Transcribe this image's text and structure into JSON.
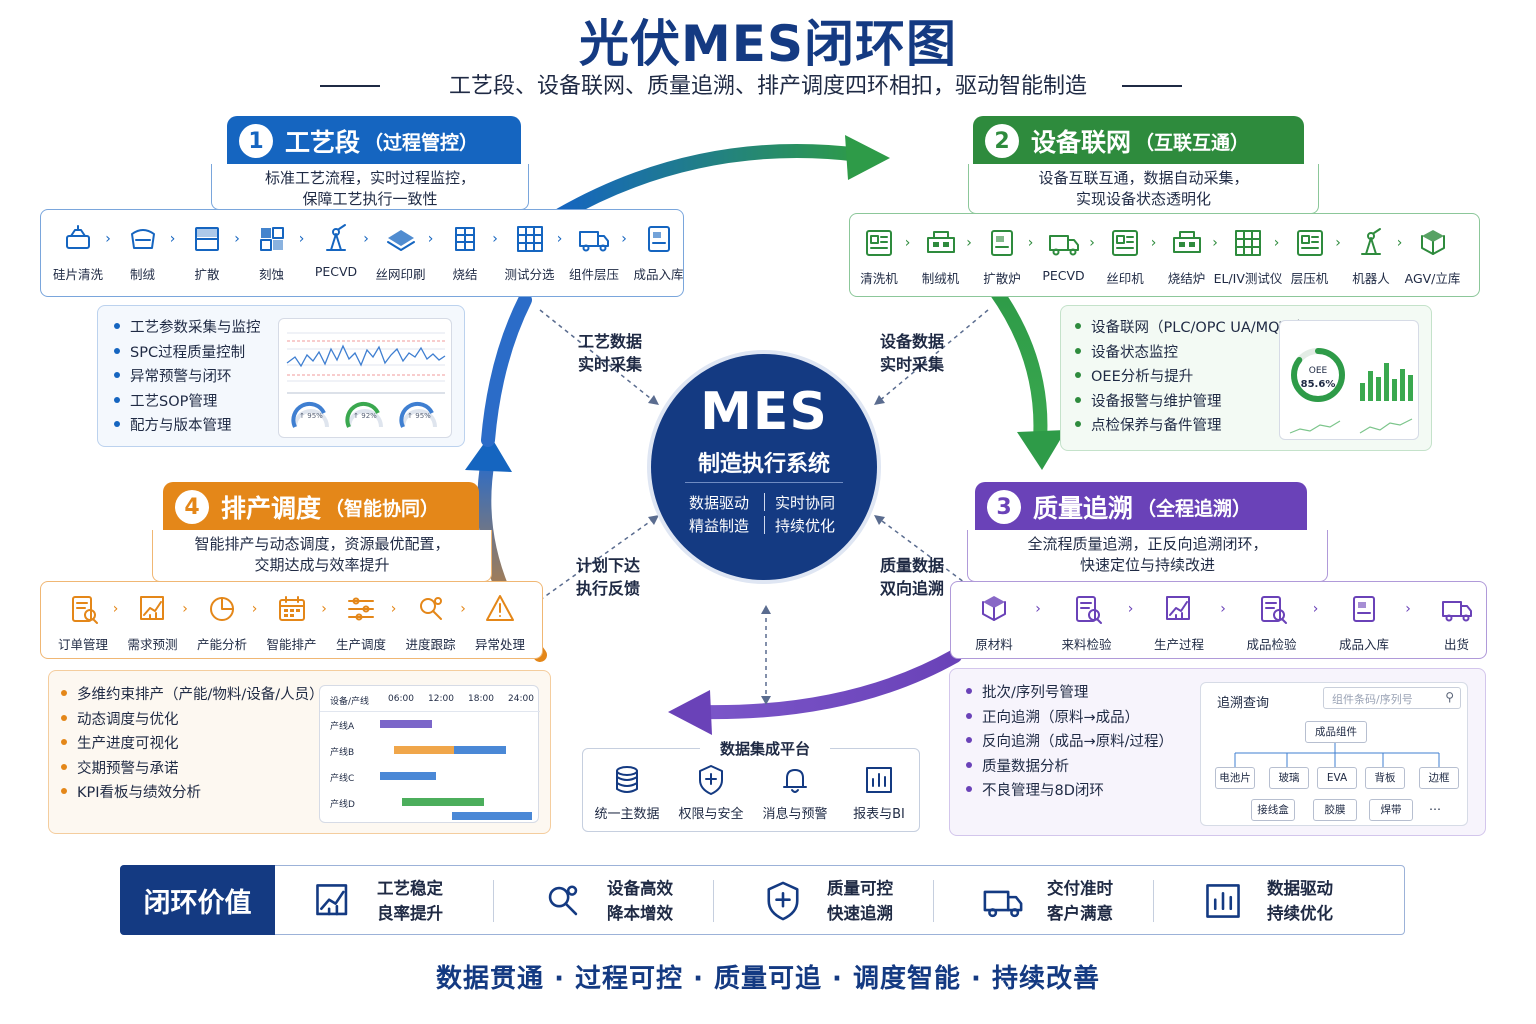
{
  "title": "光伏MES闭环图",
  "subtitle": "工艺段、设备联网、质量追溯、排产调度四环相扣，驱动智能制造",
  "colors": {
    "blue": "#1565c0",
    "green": "#2e8b3d",
    "purple": "#6a42b8",
    "orange": "#e48719",
    "navy": "#143a82"
  },
  "center": {
    "title": "MES",
    "subtitle": "制造执行系统",
    "tags": [
      "数据驱动",
      "实时协同",
      "精益制造",
      "持续优化"
    ]
  },
  "flow_labels": {
    "top_left": [
      "工艺数据",
      "实时采集"
    ],
    "top_right": [
      "设备数据",
      "实时采集"
    ],
    "bottom_left": [
      "计划下达",
      "执行反馈"
    ],
    "bottom_right": [
      "质量数据",
      "双向追溯"
    ]
  },
  "sections": {
    "process": {
      "num": "1",
      "title": "工艺段",
      "paren": "（过程管控）",
      "desc": [
        "标准工艺流程，实时过程监控，",
        "保障工艺执行一致性"
      ],
      "steps": [
        {
          "label": "硅片清洗",
          "icon": "wafer-cleaning-icon"
        },
        {
          "label": "制绒",
          "icon": "texturing-icon"
        },
        {
          "label": "扩散",
          "icon": "diffusion-icon"
        },
        {
          "label": "刻蚀",
          "icon": "etching-icon"
        },
        {
          "label": "PECVD",
          "icon": "pecvd-icon"
        },
        {
          "label": "丝网印刷",
          "icon": "screen-printing-icon"
        },
        {
          "label": "烧结",
          "icon": "sintering-icon"
        },
        {
          "label": "测试分选",
          "icon": "test-sorting-icon"
        },
        {
          "label": "组件层压",
          "icon": "lamination-icon"
        },
        {
          "label": "成品入库",
          "icon": "warehousing-icon"
        }
      ],
      "bullets": [
        "工艺参数采集与监控",
        "SPC过程质量控制",
        "异常预警与闭环",
        "工艺SOP管理",
        "配方与版本管理"
      ],
      "gauges": [
        "↑ 95%",
        "↑ 92%",
        "↑ 95%"
      ]
    },
    "equipment": {
      "num": "2",
      "title": "设备联网",
      "paren": "（互联互通）",
      "desc": [
        "设备互联互通，数据自动采集，",
        "实现设备状态透明化"
      ],
      "steps": [
        {
          "label": "清洗机",
          "icon": "cleaner-machine-icon"
        },
        {
          "label": "制绒机",
          "icon": "texturing-machine-icon"
        },
        {
          "label": "扩散炉",
          "icon": "diffusion-furnace-icon"
        },
        {
          "label": "PECVD",
          "icon": "pecvd-machine-icon"
        },
        {
          "label": "丝印机",
          "icon": "printer-machine-icon"
        },
        {
          "label": "烧结炉",
          "icon": "sintering-furnace-icon"
        },
        {
          "label": "EL/IV测试仪",
          "icon": "tester-icon"
        },
        {
          "label": "层压机",
          "icon": "laminator-icon"
        },
        {
          "label": "机器人",
          "icon": "robot-arm-icon"
        },
        {
          "label": "AGV/立库",
          "icon": "agv-warehouse-icon"
        }
      ],
      "bullets": [
        "设备联网（PLC/OPC UA/MQTT）",
        "设备状态监控",
        "OEE分析与提升",
        "设备报警与维护管理",
        "点检保养与备件管理"
      ],
      "oee_label": "OEE",
      "oee_value": "85.6%",
      "oee_fraction": 0.856
    },
    "quality": {
      "num": "3",
      "title": "质量追溯",
      "paren": "（全程追溯）",
      "desc": [
        "全流程质量追溯，正反向追溯闭环，",
        "快速定位与持续改进"
      ],
      "steps": [
        {
          "label": "原材料",
          "icon": "raw-material-icon"
        },
        {
          "label": "来料检验",
          "icon": "incoming-inspection-icon"
        },
        {
          "label": "生产过程",
          "icon": "production-process-icon"
        },
        {
          "label": "成品检验",
          "icon": "final-inspection-icon"
        },
        {
          "label": "成品入库",
          "icon": "finished-warehousing-icon"
        },
        {
          "label": "出货",
          "icon": "shipping-truck-icon"
        }
      ],
      "bullets": [
        "批次/序列号管理",
        "正向追溯（原料→成品）",
        "反向追溯（成品→原料/过程）",
        "质量数据分析",
        "不良管理与8D闭环"
      ],
      "trace": {
        "title": "追溯查询",
        "placeholder": "组件条码/序列号",
        "root": "成品组件",
        "row1": [
          "电池片",
          "玻璃",
          "EVA",
          "背板",
          "边框"
        ],
        "row2": [
          "接线盒",
          "胶膜",
          "焊带",
          "…"
        ]
      }
    },
    "scheduling": {
      "num": "4",
      "title": "排产调度",
      "paren": "（智能协同）",
      "desc": [
        "智能排产与动态调度，资源最优配置，",
        "交期达成与效率提升"
      ],
      "steps": [
        {
          "label": "订单管理",
          "icon": "order-icon"
        },
        {
          "label": "需求预测",
          "icon": "forecast-icon"
        },
        {
          "label": "产能分析",
          "icon": "capacity-icon"
        },
        {
          "label": "智能排产",
          "icon": "calendar-icon"
        },
        {
          "label": "生产调度",
          "icon": "sliders-icon"
        },
        {
          "label": "进度跟踪",
          "icon": "tracking-icon"
        },
        {
          "label": "异常处理",
          "icon": "warning-icon"
        }
      ],
      "bullets": [
        "多维约束排产（产能/物料/设备/人员）",
        "动态调度与优化",
        "生产进度可视化",
        "交期预警与承诺",
        "KPI看板与绩效分析"
      ],
      "gantt": {
        "header": [
          "设备/产线",
          "06:00",
          "12:00",
          "18:00",
          "24:00"
        ],
        "rows": [
          "产线A",
          "产线B",
          "产线C",
          "产线D"
        ]
      }
    }
  },
  "platform": {
    "title": "数据集成平台",
    "items": [
      {
        "label": "统一主数据",
        "icon": "database-icon"
      },
      {
        "label": "权限与安全",
        "icon": "shield-plus-icon"
      },
      {
        "label": "消息与预警",
        "icon": "bell-icon"
      },
      {
        "label": "报表与BI",
        "icon": "bar-report-icon"
      }
    ]
  },
  "value": {
    "head": "闭环价值",
    "items": [
      {
        "l1": "工艺稳定",
        "l2": "良率提升",
        "icon": "growth-chart-icon"
      },
      {
        "l1": "设备高效",
        "l2": "降本增效",
        "icon": "gear-icon"
      },
      {
        "l1": "质量可控",
        "l2": "快速追溯",
        "icon": "shield-icon"
      },
      {
        "l1": "交付准时",
        "l2": "客户满意",
        "icon": "truck-icon"
      },
      {
        "l1": "数据驱动",
        "l2": "持续优化",
        "icon": "trend-up-icon"
      }
    ]
  },
  "footer": "数据贯通 · 过程可控 · 质量可追 · 调度智能 · 持续改善"
}
